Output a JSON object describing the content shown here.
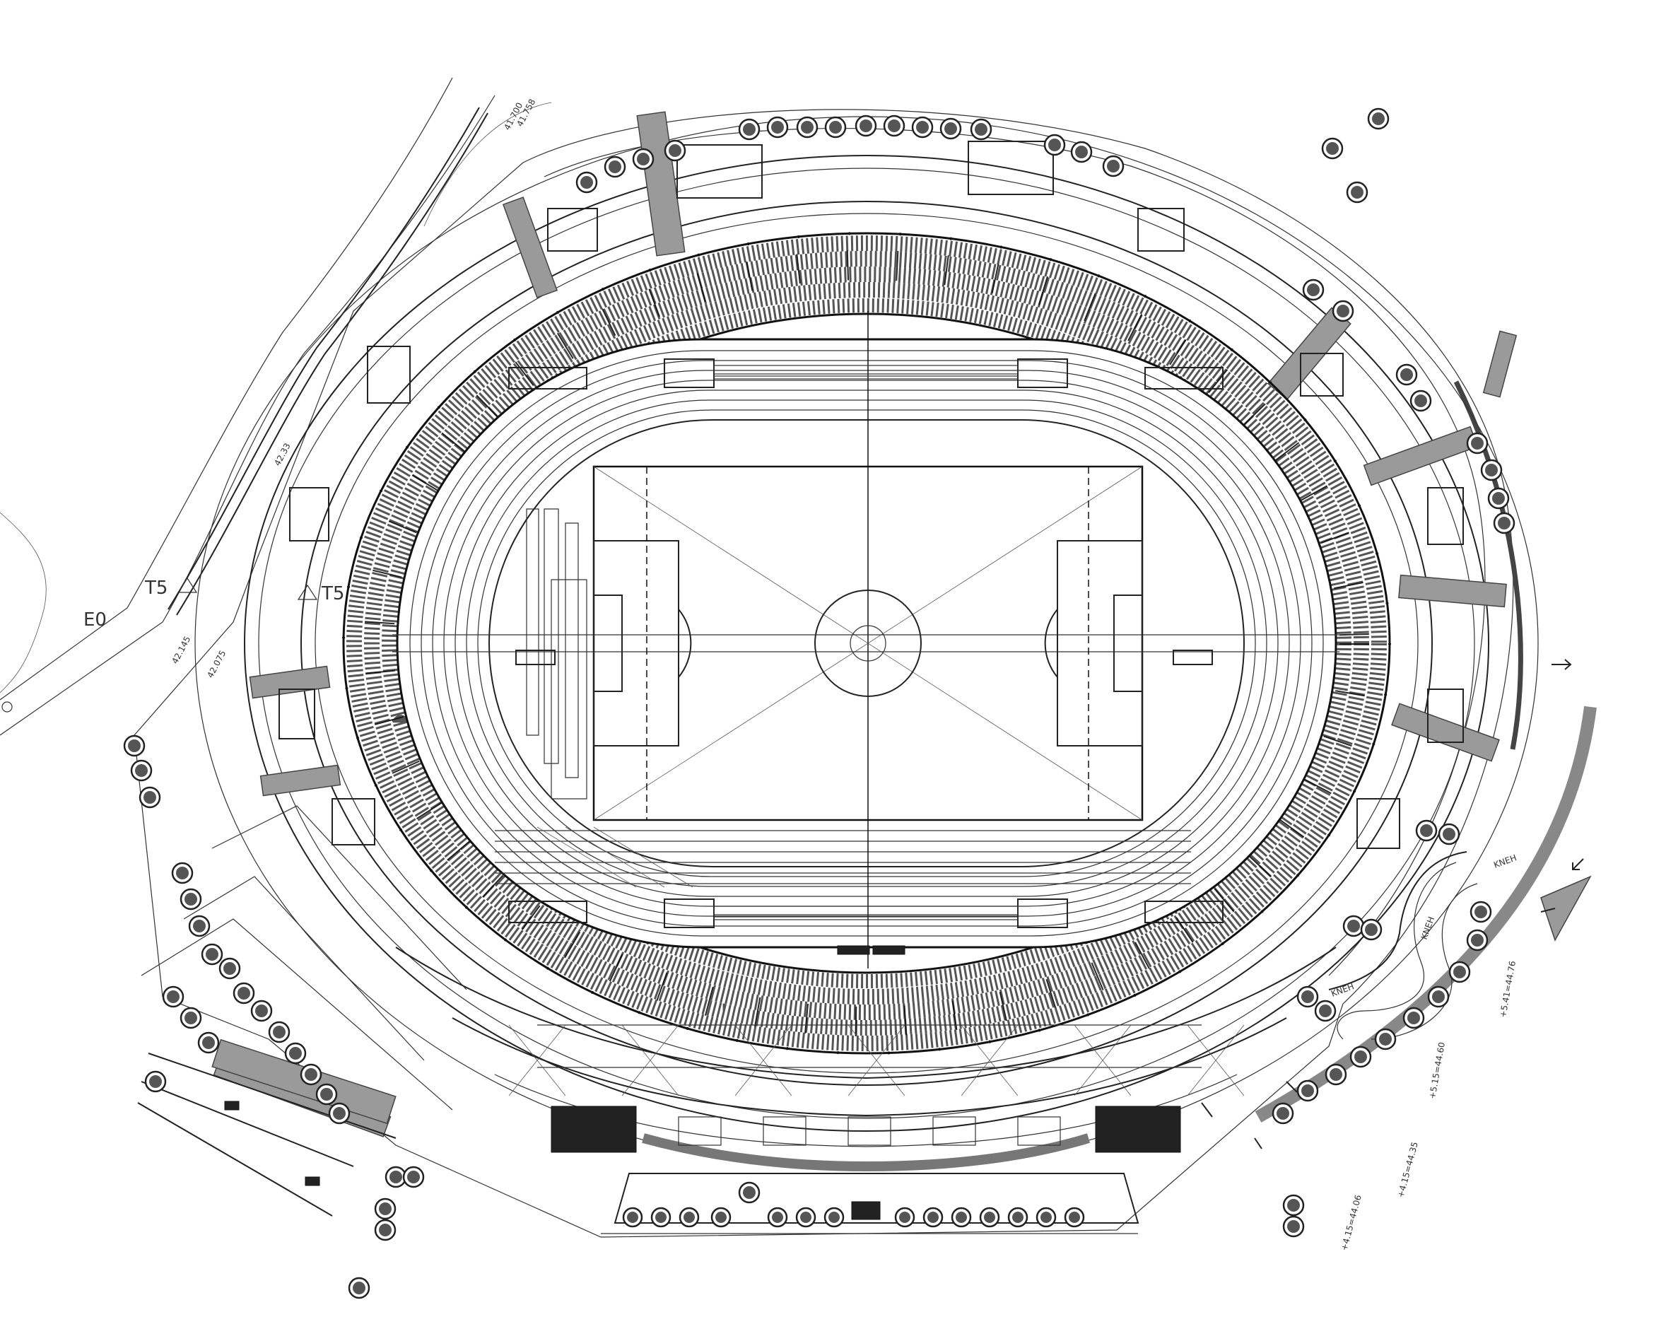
{
  "labels": {
    "marker_left_1": "T5",
    "marker_left_2": "T5",
    "road_label": "E0",
    "elev_top_1": "41.700",
    "elev_top_2": "41.758",
    "elev_left_1": "42.33",
    "elev_left_2": "42.075",
    "elev_left_3": "42.145",
    "kneh_1": "KNEH",
    "kneh_2": "KNEH",
    "kneh_3": "KNEH",
    "elev_right_1": "+5.15=44.60",
    "elev_right_2": "+5.41=44.76",
    "elev_right_3": "+4.15=44.35",
    "elev_right_4": "+4.15=44.06"
  },
  "colors": {
    "line": "#222222",
    "fill_grey": "#9a9a9a",
    "fill_dark": "#222222",
    "background": "#ffffff"
  }
}
